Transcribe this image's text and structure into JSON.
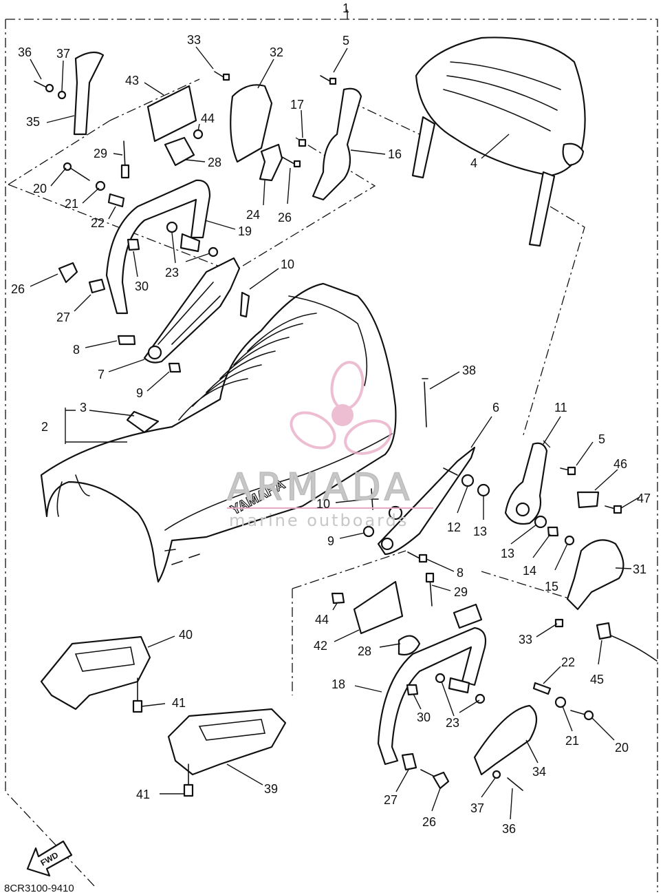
{
  "diagram": {
    "assembly_callout": "1",
    "reference_code": "8CR3100-9410",
    "fwd_label": "FWD",
    "seat_brand": "YAMAHA",
    "watermark": {
      "title": "ARMADA",
      "subtitle": "marine outboards",
      "color": "#e8a8c4"
    },
    "callouts": {
      "c36a": "36",
      "c37a": "37",
      "c35": "35",
      "c33a": "33",
      "c32": "32",
      "c43": "43",
      "c44a": "44",
      "c5a": "5",
      "c17": "17",
      "c16": "16",
      "c29a": "29",
      "c28a": "28",
      "c20a": "20",
      "c21a": "21",
      "c22a": "22",
      "c24": "24",
      "c26a": "26",
      "c4": "4",
      "c19": "19",
      "c23a": "23",
      "c30a": "30",
      "c10a": "10",
      "c26b": "26",
      "c27a": "27",
      "c8a": "8",
      "c7": "7",
      "c9a": "9",
      "c38": "38",
      "c3": "3",
      "c2": "2",
      "c6": "6",
      "c11": "11",
      "c5b": "5",
      "c46": "46",
      "c47": "47",
      "c10b": "10",
      "c12": "12",
      "c13a": "13",
      "c9b": "9",
      "c13b": "13",
      "c14": "14",
      "c15": "15",
      "c31": "31",
      "c8b": "8",
      "c29b": "29",
      "c44b": "44",
      "c42": "42",
      "c28b": "28",
      "c33b": "33",
      "c40": "40",
      "c22b": "22",
      "c45": "45",
      "c18": "18",
      "c41a": "41",
      "c30b": "30",
      "c23b": "23",
      "c21b": "21",
      "c20b": "20",
      "c34": "34",
      "c39": "39",
      "c41b": "41",
      "c27b": "27",
      "c26c": "26",
      "c37b": "37",
      "c36b": "36"
    }
  }
}
